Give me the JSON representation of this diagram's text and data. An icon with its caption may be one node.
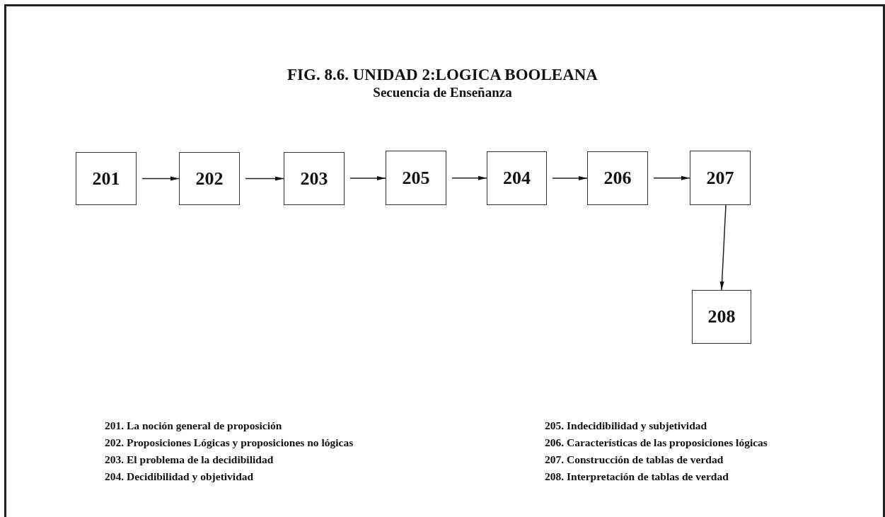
{
  "diagram": {
    "title": "FIG. 8.6. UNIDAD 2:LOGICA BOOLEANA",
    "caption": "Secuencia de Enseñanza",
    "nodes": [
      {
        "text": [
          "201"
        ]
      },
      {
        "text": [
          "202"
        ]
      },
      {
        "text": [
          "203"
        ]
      },
      {
        "text": [
          "205"
        ]
      },
      {
        "text": [
          "204"
        ]
      },
      {
        "text": [
          "206"
        ]
      },
      {
        "text": [
          "207"
        ]
      },
      {
        "text": [
          "208"
        ]
      }
    ],
    "edges": [
      {
        "from": 0,
        "to": 1,
        "arrow": "to"
      },
      {
        "from": 1,
        "to": 2,
        "arrow": "to"
      },
      {
        "from": 2,
        "to": 3,
        "arrow": "to"
      },
      {
        "from": 3,
        "to": 4,
        "arrow": "to"
      },
      {
        "from": 4,
        "to": 5,
        "arrow": "to"
      },
      {
        "from": 5,
        "to": 6,
        "arrow": "to"
      },
      {
        "from": 6,
        "to": 7,
        "arrow": "to"
      }
    ],
    "labels": [
      "201. La noción general de proposición",
      "202. Proposiciones Lógicas y proposiciones no lógicas",
      "203. El problema de la decidibilidad",
      "204. Decidibilidad y objetividad",
      "205. Indecidibilidad y subjetividad",
      "206. Características de las proposiciones lógicas",
      "207. Construcción de tablas de verdad",
      "208. Interpretación de tablas de verdad"
    ]
  }
}
